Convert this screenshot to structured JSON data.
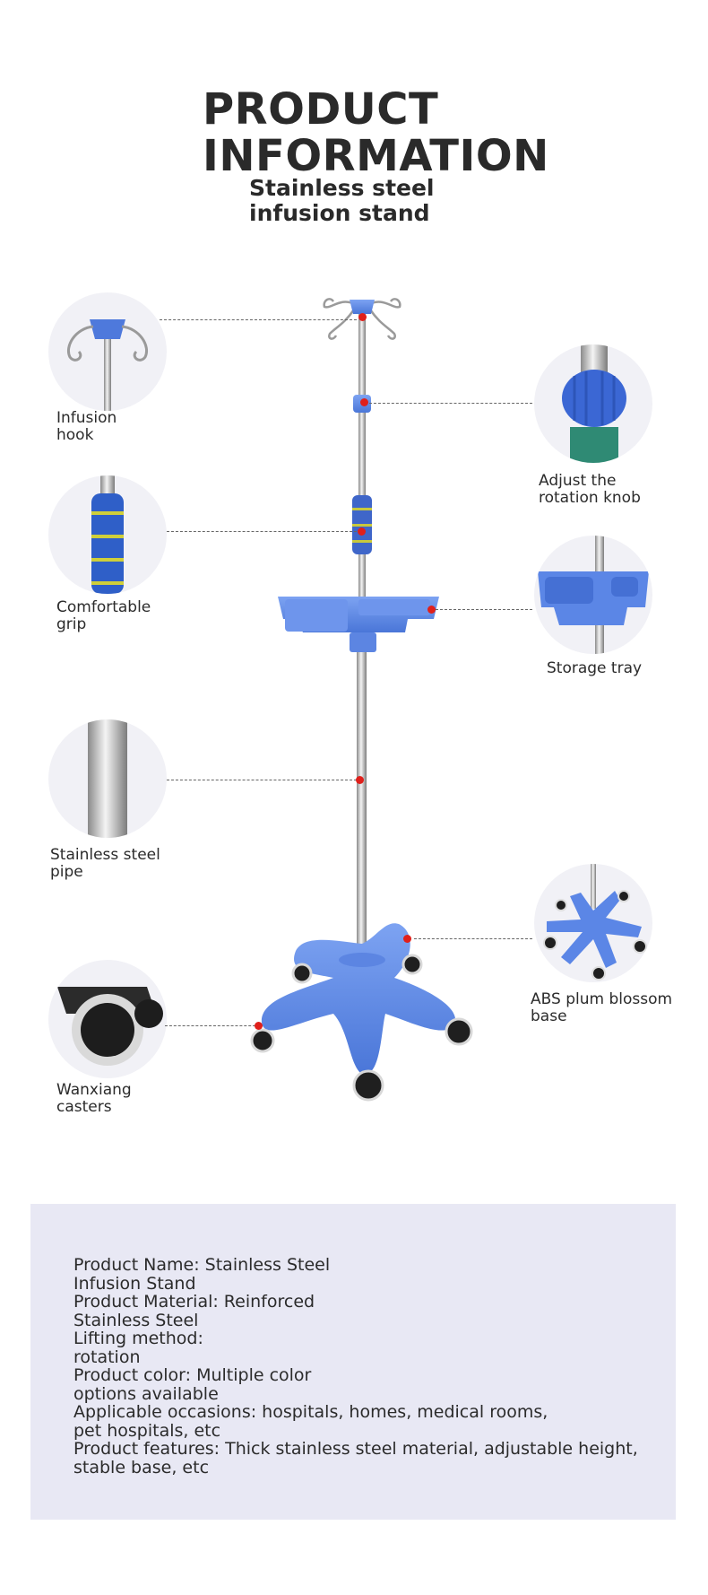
{
  "header": {
    "title_line1": "PRODUCT",
    "title_line2": "INFORMATION",
    "subtitle_line1": "Stainless steel",
    "subtitle_line2": "infusion stand"
  },
  "features": [
    {
      "id": "infusion-hook",
      "label": "Infusion\nhook"
    },
    {
      "id": "rotation-knob",
      "label": "Adjust the\nrotation knob"
    },
    {
      "id": "grip",
      "label": "Comfortable\ngrip"
    },
    {
      "id": "storage-tray",
      "label": "Storage tray"
    },
    {
      "id": "pipe",
      "label": "Stainless steel\npipe"
    },
    {
      "id": "base",
      "label": "ABS plum blossom\nbase"
    },
    {
      "id": "casters",
      "label": "Wanxiang\ncasters"
    }
  ],
  "specs": {
    "lines": [
      "Product Name: Stainless Steel",
      "Infusion Stand",
      "Product Material: Reinforced",
      "Stainless Steel",
      "Lifting method:",
      "rotation",
      "Product color: Multiple color",
      "options available",
      "Applicable occasions: hospitals, homes, medical rooms,",
      "pet hospitals, etc",
      "Product features: Thick stainless steel material, adjustable height,",
      "stable base, etc"
    ]
  },
  "colors": {
    "accent_blue": "#5b86e6",
    "marker_red": "#e0201b",
    "panel_bg": "#e8e8f4"
  }
}
